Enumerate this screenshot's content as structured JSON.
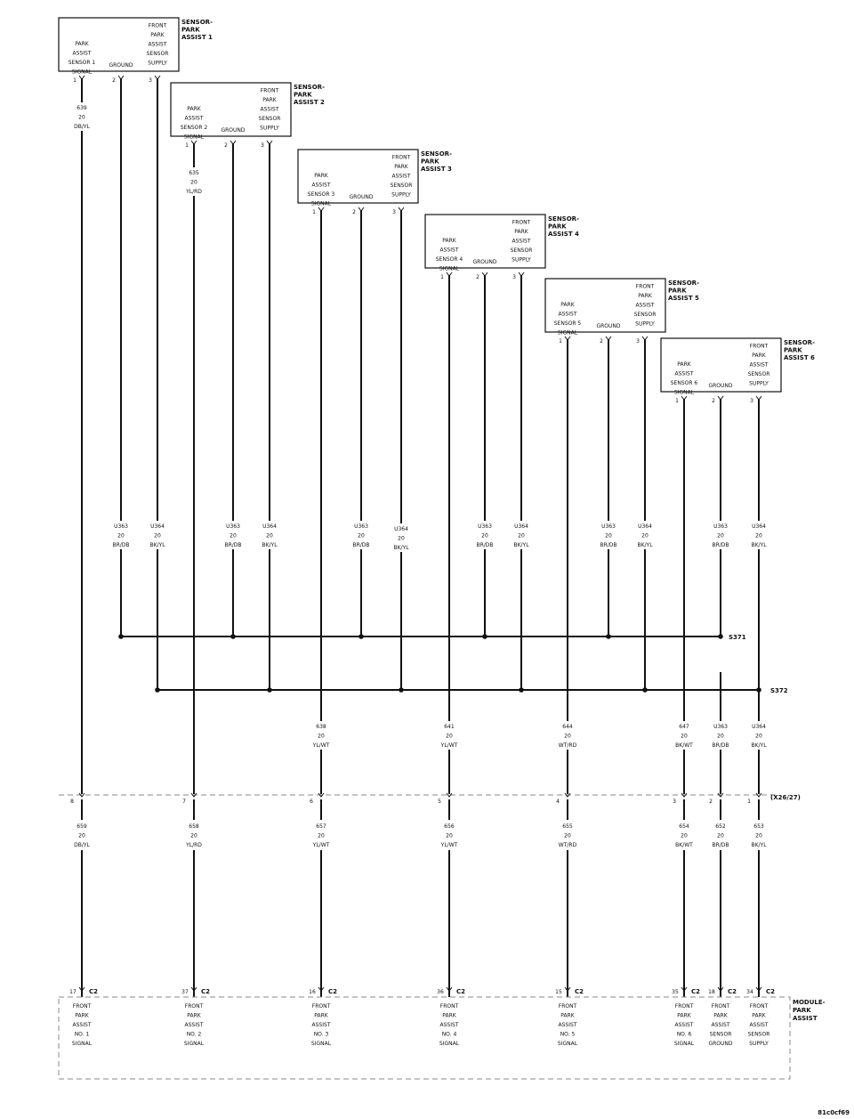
{
  "sensors": [
    {
      "name": [
        "SENSOR-",
        "PARK",
        "ASSIST 1"
      ],
      "signal_label": [
        "PARK",
        "ASSIST",
        "SENSOR 1",
        "SIGNAL"
      ],
      "ground_label": "GROUND",
      "supply_label": [
        "FRONT",
        "PARK",
        "ASSIST",
        "SENSOR",
        "SUPPLY"
      ],
      "pins": [
        "1",
        "2",
        "3"
      ]
    },
    {
      "name": [
        "SENSOR-",
        "PARK",
        "ASSIST 2"
      ],
      "signal_label": [
        "PARK",
        "ASSIST",
        "SENSOR 2",
        "SIGNAL"
      ],
      "ground_label": "GROUND",
      "supply_label": [
        "FRONT",
        "PARK",
        "ASSIST",
        "SENSOR",
        "SUPPLY"
      ],
      "pins": [
        "1",
        "2",
        "3"
      ]
    },
    {
      "name": [
        "SENSOR-",
        "PARK",
        "ASSIST 3"
      ],
      "signal_label": [
        "PARK",
        "ASSIST",
        "SENSOR 3",
        "SIGNAL"
      ],
      "ground_label": "GROUND",
      "supply_label": [
        "FRONT",
        "PARK",
        "ASSIST",
        "SENSOR",
        "SUPPLY"
      ],
      "pins": [
        "1",
        "2",
        "3"
      ]
    },
    {
      "name": [
        "SENSOR-",
        "PARK",
        "ASSIST 4"
      ],
      "signal_label": [
        "PARK",
        "ASSIST",
        "SENSOR 4",
        "SIGNAL"
      ],
      "ground_label": "GROUND",
      "supply_label": [
        "FRONT",
        "PARK",
        "ASSIST",
        "SENSOR",
        "SUPPLY"
      ],
      "pins": [
        "1",
        "2",
        "3"
      ]
    },
    {
      "name": [
        "SENSOR-",
        "PARK",
        "ASSIST 5"
      ],
      "signal_label": [
        "PARK",
        "ASSIST",
        "SENSOR 5",
        "SIGNAL"
      ],
      "ground_label": "GROUND",
      "supply_label": [
        "FRONT",
        "PARK",
        "ASSIST",
        "SENSOR",
        "SUPPLY"
      ],
      "pins": [
        "1",
        "2",
        "3"
      ]
    },
    {
      "name": [
        "SENSOR-",
        "PARK",
        "ASSIST 6"
      ],
      "signal_label": [
        "PARK",
        "ASSIST",
        "SENSOR 6",
        "SIGNAL"
      ],
      "ground_label": "GROUND",
      "supply_label": [
        "FRONT",
        "PARK",
        "ASSIST",
        "SENSOR",
        "SUPPLY"
      ],
      "pins": [
        "1",
        "2",
        "3"
      ]
    }
  ],
  "signal_wires_upper": [
    [
      "639",
      "20",
      "DB/YL"
    ],
    [
      "635",
      "20",
      "YL/RD"
    ],
    [
      "638",
      "20",
      "YL/WT"
    ],
    [
      "641",
      "20",
      "YL/WT"
    ],
    [
      "644",
      "20",
      "WT/RD"
    ],
    [
      "647",
      "20",
      "BK/WT"
    ]
  ],
  "ground_wires": [
    [
      "U363",
      "20",
      "BR/DB"
    ],
    [
      "U363",
      "20",
      "BR/DB"
    ],
    [
      "U363",
      "20",
      "BR/DB"
    ],
    [
      "U363",
      "20",
      "BR/DB"
    ],
    [
      "U363",
      "20",
      "BR/DB"
    ],
    [
      "U363",
      "20",
      "BR/DB"
    ]
  ],
  "supply_wires": [
    [
      "U364",
      "20",
      "BK/YL"
    ],
    [
      "U364",
      "20",
      "BK/YL"
    ],
    [
      "U364",
      "20",
      "BK/YL"
    ],
    [
      "U364",
      "20",
      "BK/YL"
    ],
    [
      "U364",
      "20",
      "BK/YL"
    ],
    [
      "U364",
      "20",
      "BK/YL"
    ]
  ],
  "ground_trunk_wire": [
    "U363",
    "20",
    "BR/DB"
  ],
  "supply_trunk_wire": [
    "U364",
    "20",
    "BK/YL"
  ],
  "splices": {
    "ground": "S371",
    "supply": "S372"
  },
  "inline_connector": {
    "name": "(X26/27)",
    "pins": [
      "8",
      "7",
      "6",
      "5",
      "4",
      "3",
      "2",
      "1"
    ]
  },
  "lower_wires": [
    [
      "659",
      "20",
      "DB/YL"
    ],
    [
      "658",
      "20",
      "YL/RD"
    ],
    [
      "657",
      "20",
      "YL/WT"
    ],
    [
      "656",
      "20",
      "YL/WT"
    ],
    [
      "655",
      "20",
      "WT/RD"
    ],
    [
      "654",
      "20",
      "BK/WT"
    ],
    [
      "652",
      "20",
      "BR/DB"
    ],
    [
      "653",
      "20",
      "BK/YL"
    ]
  ],
  "module": {
    "name": [
      "MODULE-",
      "PARK",
      "ASSIST"
    ],
    "connector": "C2",
    "pins": [
      {
        "pin": "17",
        "label": [
          "FRONT",
          "PARK",
          "ASSIST",
          "NO. 1",
          "SIGNAL"
        ]
      },
      {
        "pin": "37",
        "label": [
          "FRONT",
          "PARK",
          "ASSIST",
          "NO. 2",
          "SIGNAL"
        ]
      },
      {
        "pin": "16",
        "label": [
          "FRONT",
          "PARK",
          "ASSIST",
          "NO. 3",
          "SIGNAL"
        ]
      },
      {
        "pin": "36",
        "label": [
          "FRONT",
          "PARK",
          "ASSIST",
          "NO. 4",
          "SIGNAL"
        ]
      },
      {
        "pin": "15",
        "label": [
          "FRONT",
          "PARK",
          "ASSIST",
          "NO. 5",
          "SIGNAL"
        ]
      },
      {
        "pin": "35",
        "label": [
          "FRONT",
          "PARK",
          "ASSIST",
          "NO. 6",
          "SIGNAL"
        ]
      },
      {
        "pin": "18",
        "label": [
          "FRONT",
          "PARK",
          "ASSIST",
          "SENSOR",
          "GROUND"
        ]
      },
      {
        "pin": "34",
        "label": [
          "FRONT",
          "PARK",
          "ASSIST",
          "SENSOR",
          "SUPPLY"
        ]
      }
    ]
  },
  "figure_id": "81c0cf69"
}
